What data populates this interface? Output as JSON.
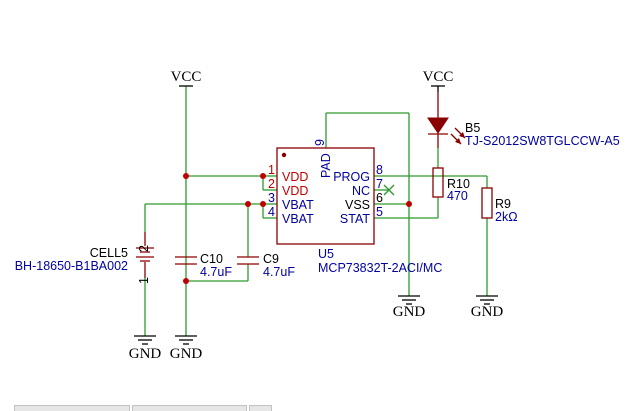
{
  "power_labels": {
    "vcc_left": "VCC",
    "vcc_right": "VCC",
    "gnd_cell": "GND",
    "gnd_cap": "GND",
    "gnd_ic": "GND",
    "gnd_r9": "GND"
  },
  "cell": {
    "ref": "CELL5",
    "value": "BH-18650-B1BA002",
    "pin_top": "2",
    "pin_bottom": "1"
  },
  "c10": {
    "ref": "C10",
    "value": "4.7uF"
  },
  "c9": {
    "ref": "C9",
    "value": "4.7uF"
  },
  "u5": {
    "ref": "U5",
    "value": "MCP73832T-2ACI/MC",
    "left_pins": [
      {
        "num": "1",
        "name": "VDD"
      },
      {
        "num": "2",
        "name": "VDD"
      },
      {
        "num": "3",
        "name": "VBAT"
      },
      {
        "num": "4",
        "name": "VBAT"
      }
    ],
    "right_pins": [
      {
        "num": "8",
        "name": "PROG"
      },
      {
        "num": "7",
        "name": "NC"
      },
      {
        "num": "6",
        "name": "VSS"
      },
      {
        "num": "5",
        "name": "STAT"
      }
    ],
    "top_pin": {
      "num": "9",
      "name": "PAD"
    }
  },
  "b5": {
    "ref": "B5",
    "value": "TJ-S2012SW8TGLCCW-A5"
  },
  "r10": {
    "ref": "R10",
    "value": "470"
  },
  "r9": {
    "ref": "R9",
    "value": "2kΩ"
  },
  "colors": {
    "wire": "#2e9a2e",
    "part": "#8a0000",
    "junction": "#c00000",
    "pin_label": "#0000a0",
    "pin_number_active": "#c00000"
  }
}
